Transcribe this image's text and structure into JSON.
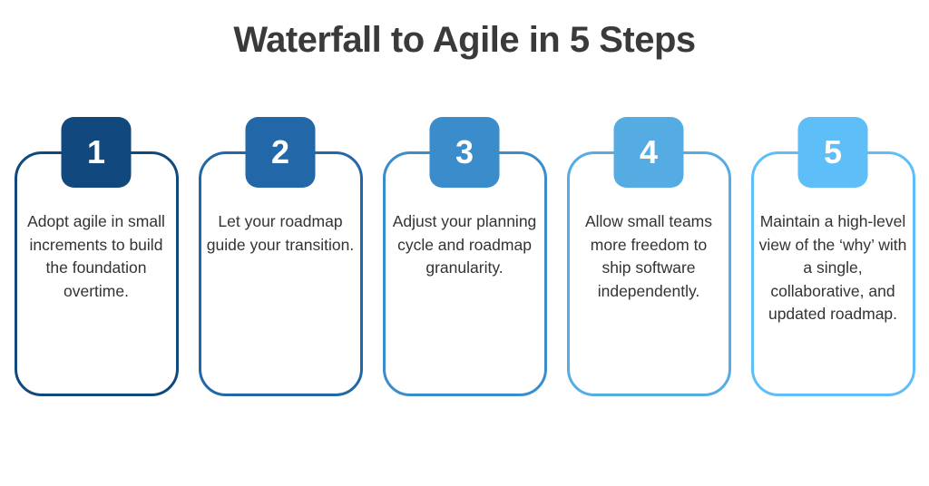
{
  "title": "Waterfall to Agile in 5 Steps",
  "text_color": "#333333",
  "background_color": "#ffffff",
  "steps": [
    {
      "number": "1",
      "text": "Adopt agile in small increments to build the foundation overtime.",
      "color": "#11497E"
    },
    {
      "number": "2",
      "text": "Let your roadmap guide your transition.",
      "color": "#2268A8"
    },
    {
      "number": "3",
      "text": "Adjust your planning cycle and roadmap granularity.",
      "color": "#3A8CCB"
    },
    {
      "number": "4",
      "text": "Allow small teams more freedom to ship software independently.",
      "color": "#55ACE2"
    },
    {
      "number": "5",
      "text": "Maintain a high-level view of the ‘why’ with a single, collaborative, and updated roadmap.",
      "color": "#5EBEF8"
    }
  ]
}
